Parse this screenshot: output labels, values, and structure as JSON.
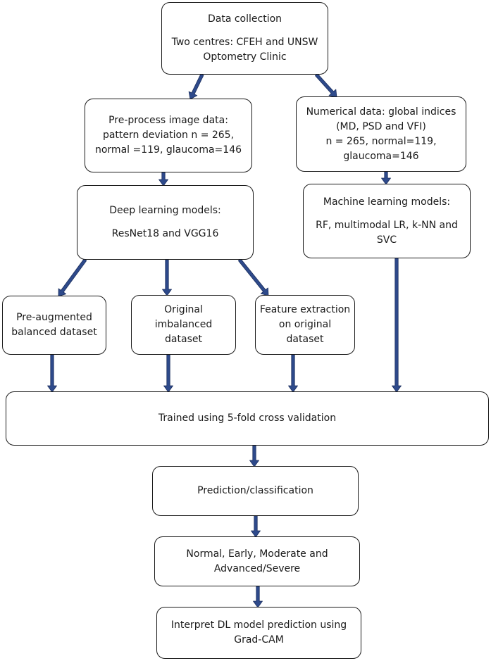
{
  "boxes": {
    "data_collection": {
      "lines": [
        "Data collection",
        "",
        "Two centres: CFEH and UNSW",
        "Optometry Clinic"
      ]
    },
    "preprocess": {
      "lines": [
        "Pre-process image data:",
        "pattern deviation n = 265,",
        "normal =119, glaucoma=146"
      ]
    },
    "numerical": {
      "lines": [
        "Numerical data: global indices",
        "(MD, PSD and VFI)",
        "n = 265, normal=119,",
        "glaucoma=146"
      ]
    },
    "deep_learning": {
      "lines": [
        "Deep learning models:",
        "",
        "ResNet18 and VGG16"
      ]
    },
    "machine_learning": {
      "lines": [
        "Machine learning models:",
        "",
        "RF, multimodal LR, k-NN and",
        "SVC"
      ]
    },
    "pre_augmented": {
      "lines": [
        "Pre-augmented",
        "balanced dataset"
      ]
    },
    "original_imbalanced": {
      "lines": [
        "Original",
        "imbalanced",
        "dataset"
      ]
    },
    "feature_extraction": {
      "lines": [
        "Feature extraction",
        "on original",
        "dataset"
      ]
    },
    "trained": {
      "lines": [
        "Trained using 5-fold cross validation"
      ]
    },
    "prediction": {
      "lines": [
        "Prediction/classification"
      ]
    },
    "classes": {
      "lines": [
        "Normal, Early, Moderate and",
        "Advanced/Severe"
      ]
    },
    "interpret": {
      "lines": [
        "Interpret DL model prediction using",
        "Grad-CAM"
      ]
    }
  },
  "colors": {
    "arrow": "#2e4a8b",
    "arrow_outline": "#1c2f5e",
    "box_border": "#1a1a1a"
  }
}
